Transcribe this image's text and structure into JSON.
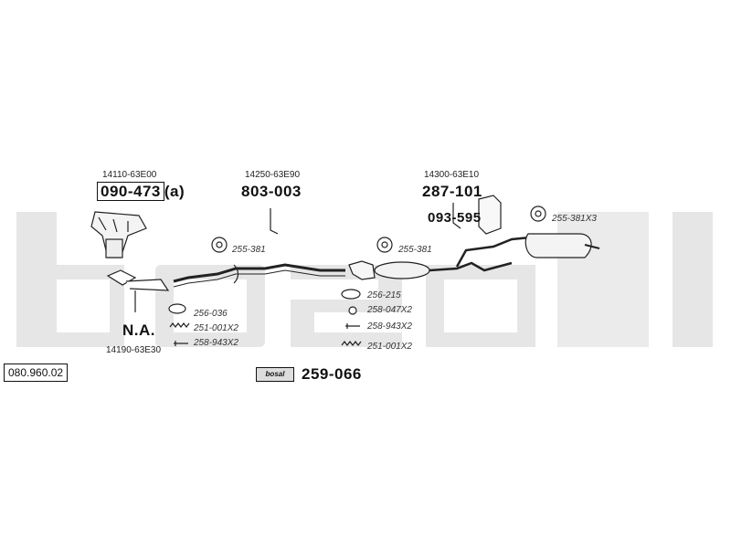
{
  "catalog_number": "080.960.02",
  "watermark": "bosal",
  "parts": {
    "manifold": {
      "oem": "14110-63E00",
      "number": "090-473",
      "suffix": "(a)"
    },
    "downpipe": {
      "status": "N.A.",
      "oem": "14190-63E30"
    },
    "front_pipe": {
      "oem": "14250-63E90",
      "number": "803-003"
    },
    "mid_section": {
      "oem": "14300-63E10",
      "number": "287-101"
    },
    "heat_shield": {
      "number": "093-595"
    }
  },
  "accessories": {
    "hanger_front": "255-381",
    "hanger_mid": "255-381",
    "hanger_rear": "255-381X3",
    "gasket_front": "256-036",
    "spring_front": "251-001X2",
    "bolt_front": "258-943X2",
    "gasket_mid": "256-215",
    "nut_mid": "258-047X2",
    "bolt_mid": "258-943X2",
    "spring_mid": "251-001X2"
  },
  "kit": {
    "badge": "bosal",
    "number": "259-066"
  }
}
